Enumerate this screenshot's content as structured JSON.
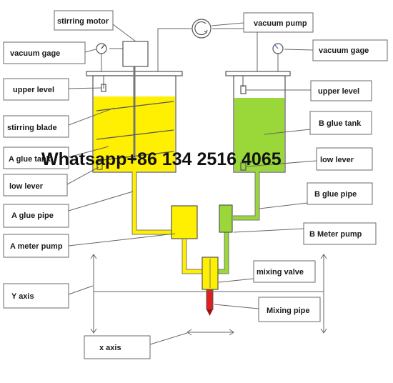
{
  "watermark": "Whatsapp+86 134 2516 4065",
  "labels": {
    "stirring_motor": "stirring motor",
    "vacuum_pump": "vacuum pump",
    "vacuum_gage_left": "vacuum gage",
    "vacuum_gage_right": "vacuum gage",
    "upper_level_left": "upper level",
    "upper_level_right": "upper level",
    "stirring_blade": "stirring blade",
    "b_glue_tank": "B glue tank",
    "a_glue_tank": "A glue tank",
    "low_lever_right": "low lever",
    "low_lever_left": "low lever",
    "b_glue_pipe": "B glue pipe",
    "a_glue_pipe": "A glue pipe",
    "b_meter_pump": "B Meter pump",
    "a_meter_pump": "A meter pump",
    "mixing_valve": "mixing valve",
    "y_axis": "Y axis",
    "mixing_pipe": "Mixing pipe",
    "x_axis": "x axis"
  },
  "colors": {
    "a_glue": "#ffef00",
    "b_glue": "#9ad83a",
    "mixing_pipe": "#e02020",
    "outline": "#555555"
  }
}
